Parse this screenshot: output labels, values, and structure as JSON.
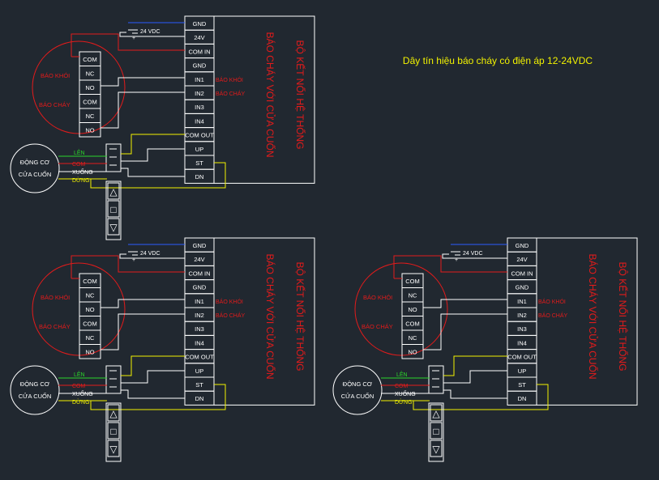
{
  "title": "Dây tín hiệu báo cháy có điện áp 12-24VDC",
  "supply_label": "24 VDC",
  "plus_sign": "+",
  "minus_sign": "-",
  "terminals": [
    "GND",
    "24V",
    "COM IN",
    "GND",
    "IN1",
    "IN2",
    "IN3",
    "IN4",
    "COM OUT",
    "UP",
    "ST",
    "DN"
  ],
  "terminal_tags": {
    "in1": "BÁO KHÓI",
    "in2": "BÁO CHÁY"
  },
  "controller_title_1": "BỘ KẾT NỐI HỆ THỐNG",
  "controller_title_2": "BÁO CHÁY VỚI CỬA CUỐN",
  "detector_contacts": [
    "COM",
    "NC",
    "NO",
    "COM",
    "NC",
    "NO"
  ],
  "detector_labels": {
    "smoke": "BÁO KHÓI",
    "fire": "BÁO CHÁY"
  },
  "motor_labels": [
    "ĐỘNG CƠ",
    "CỬA CUỐN"
  ],
  "motor_wires": {
    "up": "LÊN",
    "com": "COM",
    "down": "XUỐNG",
    "stop": "DỪNG"
  },
  "remote_symbols": {
    "up": "△",
    "stop": "□",
    "down": "▽"
  },
  "colors": {
    "background": "#212830",
    "line": "#ffffff",
    "red": "#e31b1b",
    "yellow": "#f2f200",
    "green": "#2bd62b",
    "blue": "#2b5bff"
  }
}
